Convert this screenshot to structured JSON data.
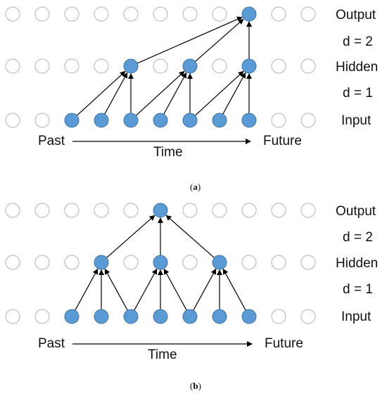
{
  "panels": [
    {
      "caption": {
        "open": "(",
        "letter": "a",
        "close": ")"
      },
      "labels": {
        "output": "Output",
        "dilation_2": "d = 2",
        "hidden": "Hidden",
        "dilation_1": "d = 1",
        "input": "Input",
        "past": "Past",
        "time": "Time",
        "future": "Future"
      }
    },
    {
      "caption": {
        "open": "(",
        "letter": "b",
        "close": ")"
      },
      "labels": {
        "output": "Output",
        "dilation_2": "d = 2",
        "hidden": "Hidden",
        "dilation_1": "d = 1",
        "input": "Input",
        "past": "Past",
        "time": "Time",
        "future": "Future"
      }
    }
  ],
  "colors": {
    "active_node": "#5b9bd5",
    "active_stroke": "#41719c",
    "inactive_stroke": "#bfbfbf",
    "edge": "#000000"
  }
}
